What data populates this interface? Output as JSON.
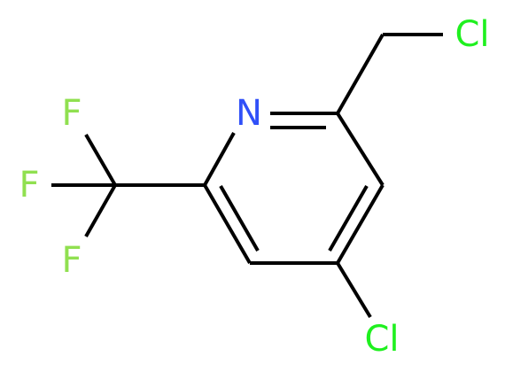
{
  "molecule": {
    "atoms": {
      "n1": {
        "symbol": "N",
        "color": "#3050F8"
      },
      "cl_chloromethyl": {
        "symbol": "Cl",
        "color": "#1FF01F"
      },
      "cl_ring": {
        "symbol": "Cl",
        "color": "#1FF01F"
      },
      "f_top": {
        "symbol": "F",
        "color": "#90E050"
      },
      "f_mid": {
        "symbol": "F",
        "color": "#90E050"
      },
      "f_bottom": {
        "symbol": "F",
        "color": "#90E050"
      }
    },
    "bond_color": "#000000"
  }
}
